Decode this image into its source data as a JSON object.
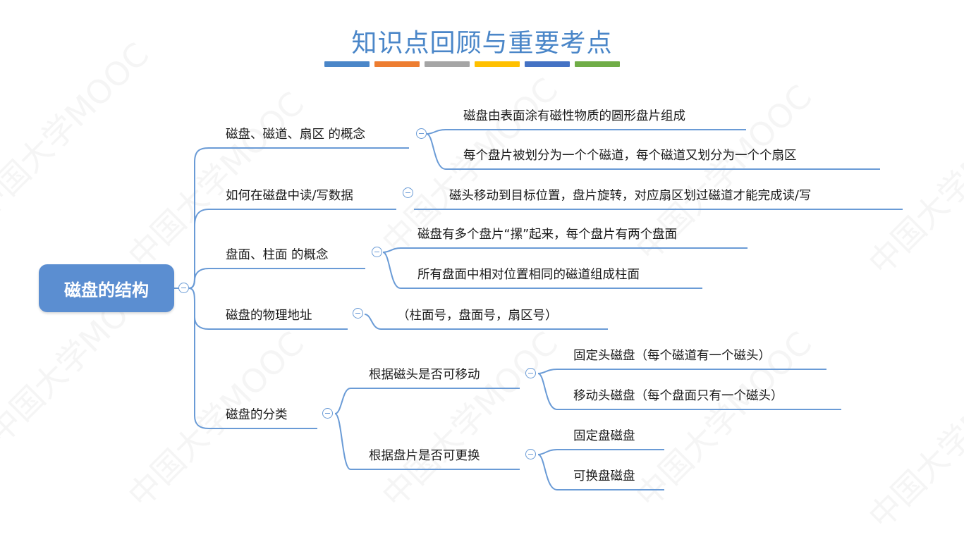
{
  "title": "知识点回顾与重要考点",
  "title_bar_colors": [
    "#4a86c8",
    "#ed7d31",
    "#a5a5a5",
    "#ffc000",
    "#4472c4",
    "#70ad47"
  ],
  "watermark": "中国大学MOOC",
  "root": {
    "label": "磁盘的结构"
  },
  "branches": {
    "concept": {
      "label": "磁盘、磁道、扇区 的概念",
      "children": [
        "磁盘由表面涂有磁性物质的圆形盘片组成",
        "每个盘片被划分为一个个磁道，每个磁道又划分为一个个扇区"
      ]
    },
    "readwrite": {
      "label": "如何在磁盘中读/写数据",
      "children": [
        "磁头移动到目标位置，盘片旋转，对应扇区划过磁道才能完成读/写"
      ]
    },
    "surface": {
      "label": "盘面、柱面 的概念",
      "children": [
        "磁盘有多个盘片“摞”起来，每个盘片有两个盘面",
        "所有盘面中相对位置相同的磁道组成柱面"
      ]
    },
    "address": {
      "label": "磁盘的物理地址",
      "children": [
        "（柱面号，盘面号，扇区号）"
      ]
    },
    "classify": {
      "label": "磁盘的分类",
      "sub": [
        {
          "label": "根据磁头是否可移动",
          "children": [
            "固定头磁盘（每个磁道有一个磁头）",
            "移动头磁盘（每个盘面只有一个磁头）"
          ]
        },
        {
          "label": "根据盘片是否可更换",
          "children": [
            "固定盘磁盘",
            "可换盘磁盘"
          ]
        }
      ]
    }
  }
}
